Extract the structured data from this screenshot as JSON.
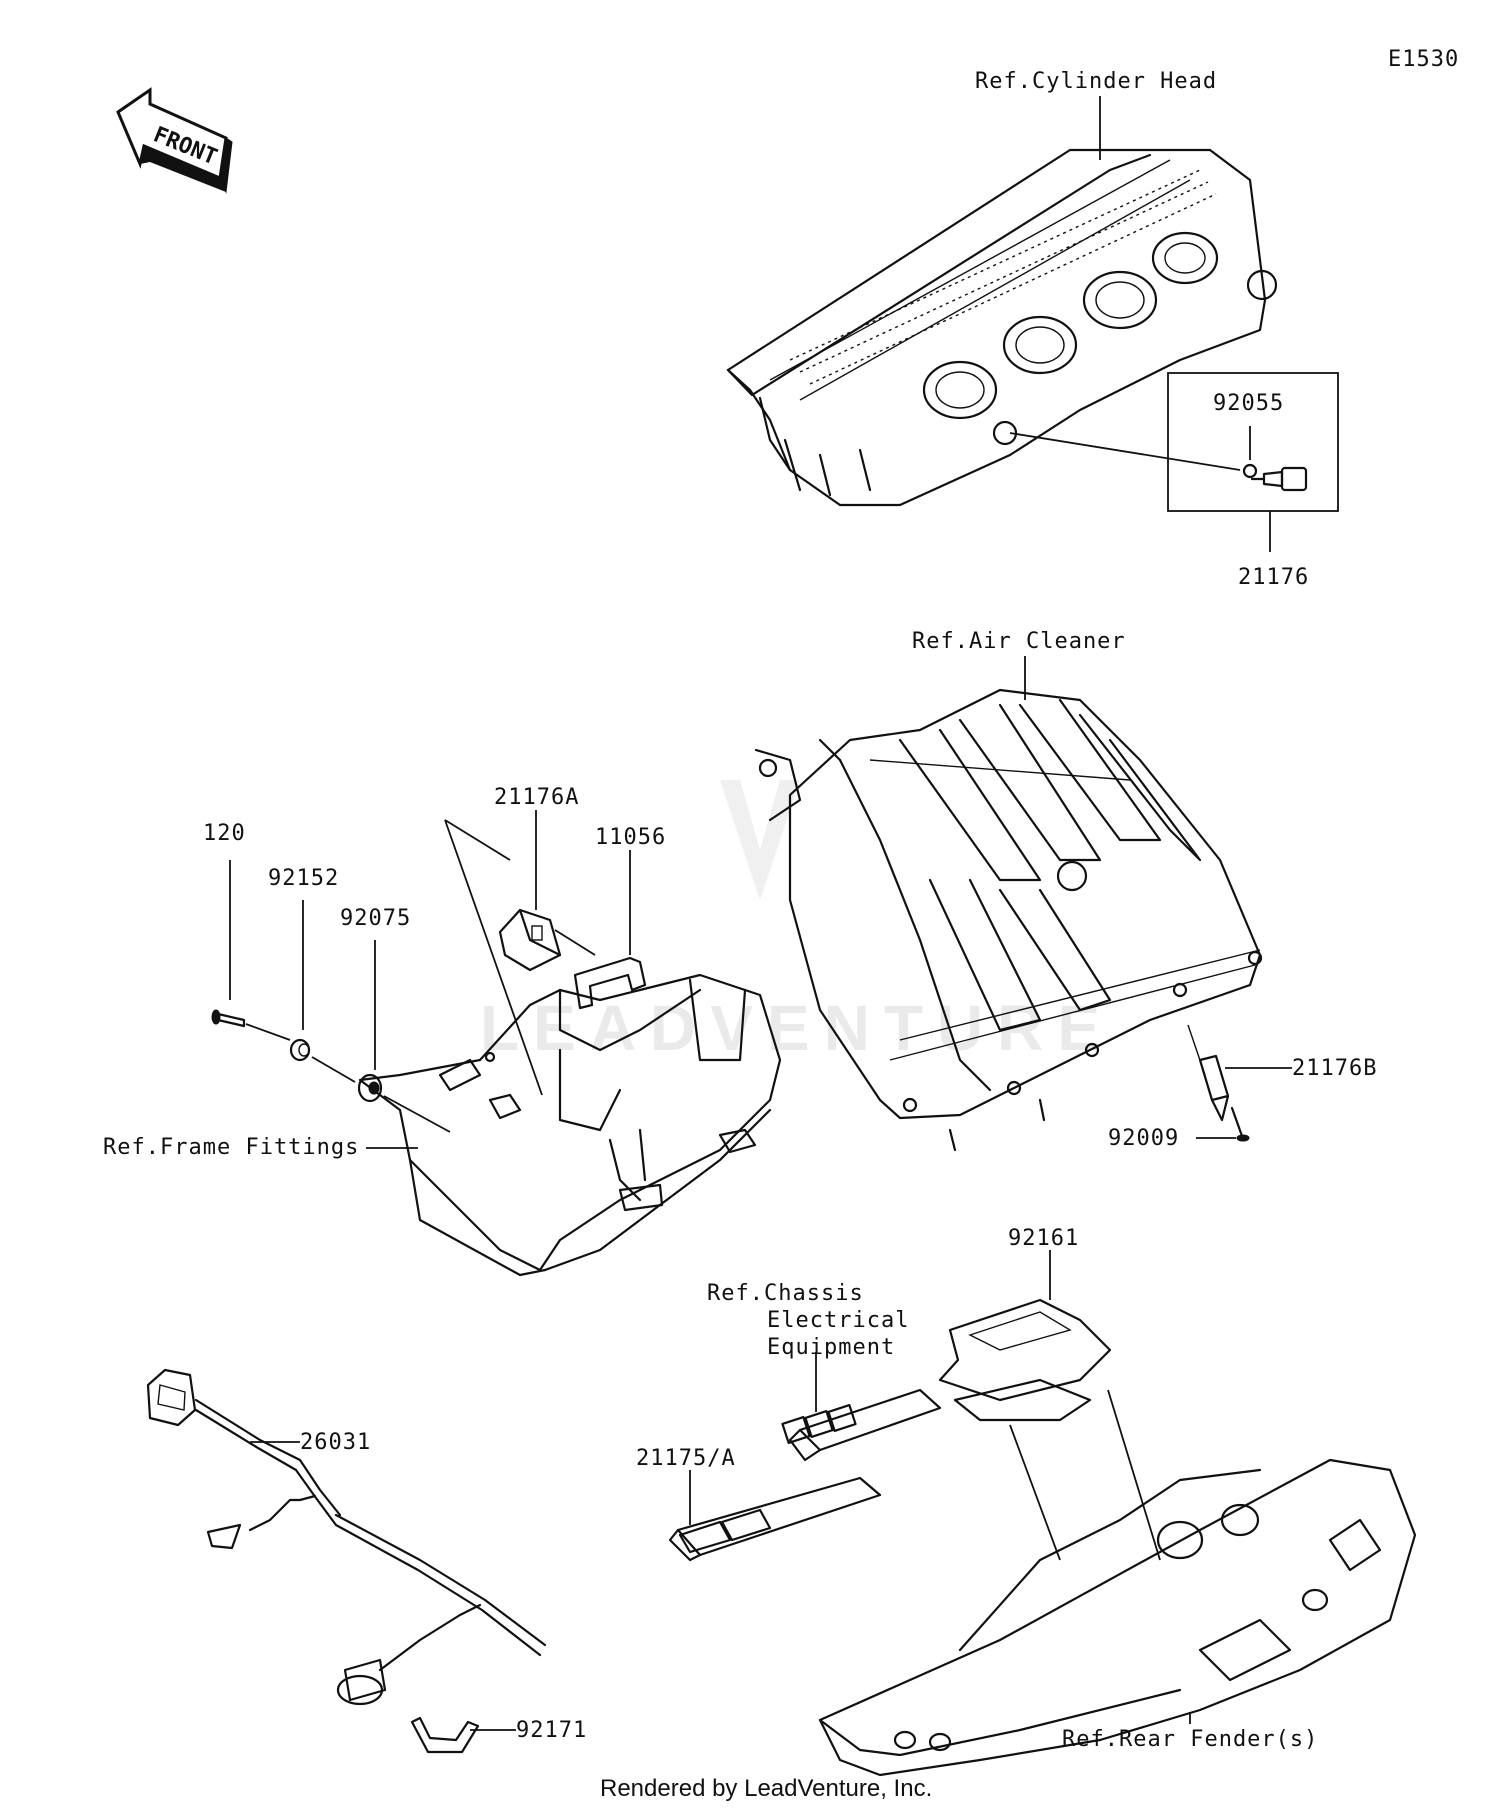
{
  "diagram_code": "E1530",
  "front_marker": "FRONT",
  "watermark": "LEADVENTURE",
  "footer": "Rendered by LeadVenture, Inc.",
  "refs": {
    "cylinder_head": "Ref.Cylinder Head",
    "air_cleaner": "Ref.Air Cleaner",
    "frame_fittings": "Ref.Frame Fittings",
    "chassis_line1": "Ref.Chassis",
    "chassis_line2": "Electrical",
    "chassis_line3": "Equipment",
    "rear_fender": "Ref.Rear Fender(s)"
  },
  "parts": {
    "p92055": "92055",
    "p21176": "21176",
    "p21176A": "21176A",
    "p11056": "11056",
    "p120": "120",
    "p92152": "92152",
    "p92075": "92075",
    "p21176B": "21176B",
    "p92009": "92009",
    "p92161": "92161",
    "p26031": "26031",
    "p21175A": "21175/A",
    "p92171": "92171"
  }
}
